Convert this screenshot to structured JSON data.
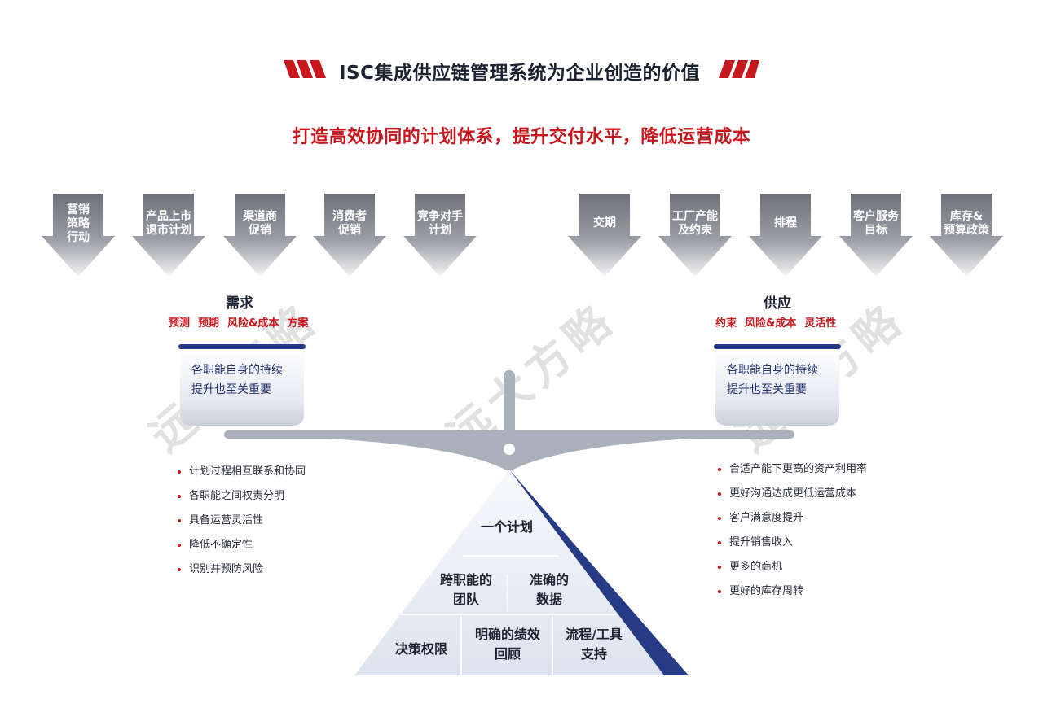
{
  "header": {
    "title": "ISC集成供应链管理系统为企业创造的价值",
    "subtitle": "打造高效协同的计划体系，提升交付水平，降低运营成本"
  },
  "demand_arrows": [
    {
      "label": "营销\n策略\n行动"
    },
    {
      "label": "产品上市\n退市计划"
    },
    {
      "label": "渠道商\n促销"
    },
    {
      "label": "消费者\n促销"
    },
    {
      "label": "竞争对手\n计划"
    }
  ],
  "supply_arrows": [
    {
      "label": "交期"
    },
    {
      "label": "工厂产能\n及约束"
    },
    {
      "label": "排程"
    },
    {
      "label": "客户服务\n目标"
    },
    {
      "label": "库存&\n预算政策"
    }
  ],
  "demand": {
    "title": "需求",
    "tags": [
      "预测",
      "预期",
      "风险&成本",
      "方案"
    ],
    "bowl_line1": "各职能自身的持续",
    "bowl_line2": "提升也至关重要",
    "bullets": [
      "计划过程相互联系和协同",
      "各职能之间权责分明",
      "具备运营灵活性",
      "降低不确定性",
      "识别并预防风险"
    ]
  },
  "supply": {
    "title": "供应",
    "tags": [
      "约束",
      "风险&成本",
      "灵活性"
    ],
    "bowl_line1": "各职能自身的持续",
    "bowl_line2": "提升也至关重要",
    "bullets": [
      "合适产能下更高的资产利用率",
      "更好沟通达成更低运营成本",
      "客户满意度提升",
      "提升销售收入",
      "更多的商机",
      "更好的库存周转"
    ]
  },
  "pyramid": {
    "top": "一个计划",
    "middle_left": "跨职能的\n团队",
    "middle_right": "准确的\n数据",
    "bottom_left": "决策权限",
    "bottom_mid": "明确的绩效\n回顾",
    "bottom_right": "流程/工具\n支持"
  },
  "watermark": "远大方略",
  "colors": {
    "accent_red": "#c8161d",
    "navy": "#23326e",
    "arrow_gray": "#7b7e86",
    "beam_gray": "#a9afbb"
  },
  "icons": [
    "slash-stripes-icon",
    "down-arrow-icon",
    "balance-scale-icon"
  ]
}
